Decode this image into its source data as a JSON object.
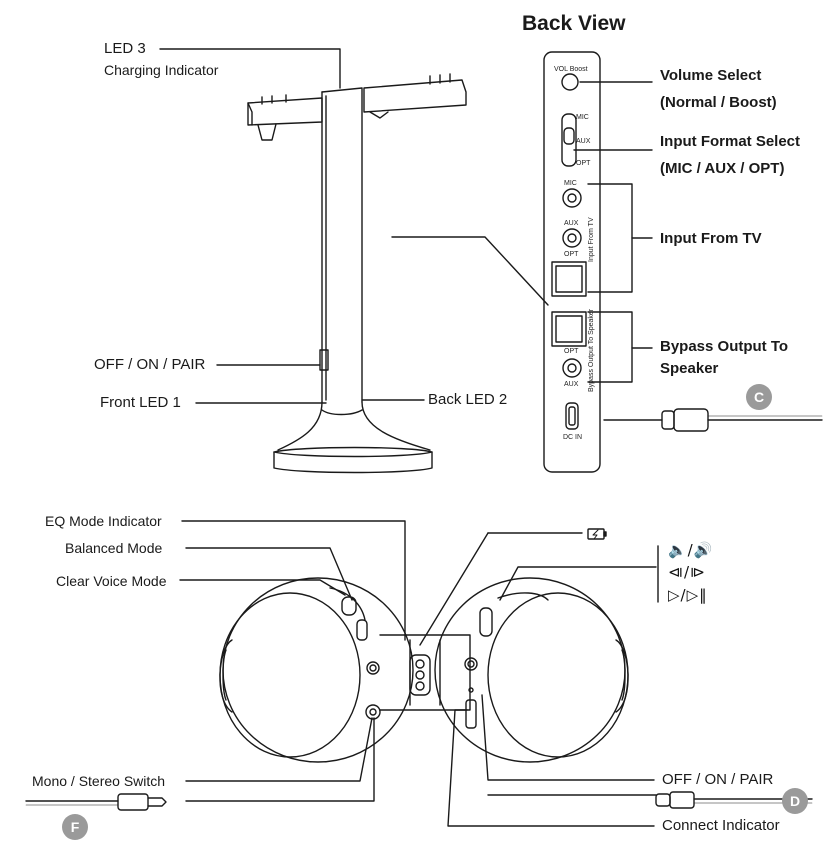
{
  "back_view": {
    "title": "Back View",
    "panel": {
      "vol_boost": "VOL Boost",
      "switch_mic": "MIC",
      "switch_aux": "AUX",
      "switch_opt": "OPT",
      "jack_mic": "MIC",
      "jack_aux": "AUX",
      "jack_opt": "OPT",
      "input_side": "Input From TV",
      "bypass_opt": "OPT",
      "bypass_aux": "AUX",
      "bypass_side": "Bypass Output To Speaker",
      "dc_in": "DC IN"
    },
    "callouts": {
      "volume_select": "Volume Select",
      "volume_options": "(Normal / Boost)",
      "input_format_select": "Input Format Select",
      "input_format_options": "(MIC / AUX / OPT)",
      "input_from_tv": "Input From TV",
      "bypass_line1": "Bypass Output To",
      "bypass_line2": "Speaker"
    }
  },
  "stand": {
    "led3": "LED 3",
    "charging_indicator": "Charging Indicator",
    "power_pair": "OFF / ON / PAIR",
    "front_led": "Front LED 1",
    "back_led": "Back LED 2"
  },
  "headphones": {
    "eq_mode_indicator": "EQ Mode Indicator",
    "balanced_mode": "Balanced Mode",
    "clear_voice_mode": "Clear Voice Mode",
    "mono_stereo_switch": "Mono / Stereo Switch",
    "power_pair": "OFF / ON / PAIR",
    "connect_indicator": "Connect Indicator",
    "media_icons": {
      "row1": "🔈/🔊",
      "row2": "⧏/⧐",
      "row3": "▷/▷‖"
    }
  },
  "badges": {
    "c": "C",
    "d": "D",
    "f": "F"
  },
  "colors": {
    "line": "#1a1a1a",
    "badge": "#9a9a9a"
  }
}
